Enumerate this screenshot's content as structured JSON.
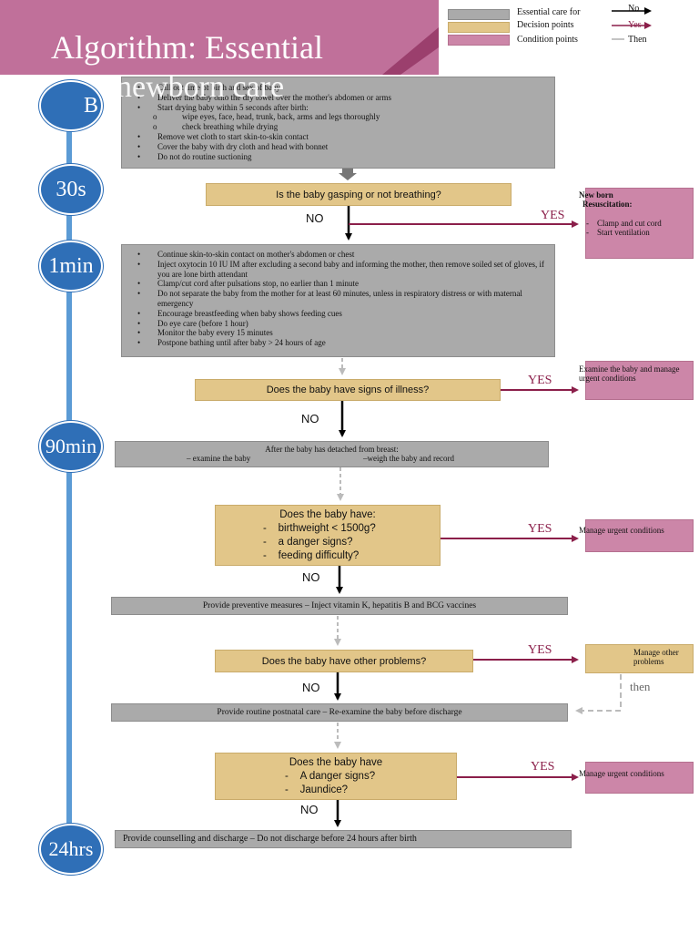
{
  "title": {
    "line1": "Algorithm: Essential",
    "line2": "newborn care"
  },
  "legend": {
    "essential_care": "Essential care for",
    "decision_points": "Decision points",
    "condition_points": "Condition points",
    "no": "No",
    "yes": "Yes",
    "then": "Then"
  },
  "timeline": {
    "t0": "B",
    "t1": "30s",
    "t2": "1min",
    "t3": "90min",
    "t4": "24hrs"
  },
  "step_birth": {
    "items": [
      "Call out time of birth and sex of baby",
      "Deliver the baby onto the dry towel over the mother's abdomen or arms",
      "Start drying baby within 5 seconds after birth:",
      "Remove wet cloth to start skin-to-skin contact",
      "Cover the baby with dry cloth and head with bonnet",
      "Do not do routine suctioning"
    ],
    "subitems": [
      "wipe eyes, face, head, trunk, back, arms and legs thoroughly",
      "check breathing while drying"
    ]
  },
  "q_breathing": {
    "text": "Is the baby gasping or not breathing?",
    "no": "NO",
    "yes": "YES"
  },
  "cond_resus": {
    "title1": "New born",
    "title2": "Resuscitation:",
    "items": [
      "Clamp and cut cord",
      "Start ventilation"
    ]
  },
  "step_1min": {
    "items": [
      "Continue skin-to-skin contact on mother's abdomen or chest",
      "Inject oxytocin 10 IU IM after excluding a second baby and informing the mother, then remove soiled set of gloves, if you are lone birth attendant",
      "Clamp/cut cord after pulsations stop, no earlier than 1 minute",
      "Do not separate the baby from the mother for at least 60 minutes, unless in respiratory distress or with maternal emergency",
      "Encourage breastfeeding when baby shows feeding cues",
      "Do eye care (before 1 hour)",
      "Monitor the baby every 15 minutes",
      "Postpone bathing until after baby > 24 hours of age"
    ]
  },
  "q_illness": {
    "text": "Does the baby have signs of illness?",
    "no": "NO",
    "yes": "YES"
  },
  "cond_examine": {
    "text": "Examine the baby and manage urgent conditions"
  },
  "step_90min": {
    "line1": "After the baby has detached from breast:",
    "left": "– examine the baby",
    "right": "–weigh the baby and record"
  },
  "q_danger": {
    "heading": "Does the baby have:",
    "items": [
      "birthweight < 1500g?",
      "a danger signs?",
      "feeding difficulty?"
    ],
    "no": "NO",
    "yes": "YES"
  },
  "cond_urgent1": {
    "text": "Manage urgent conditions"
  },
  "step_preventive": {
    "text": "Provide preventive measures – Inject vitamin K, hepatitis B and BCG vaccines"
  },
  "q_other": {
    "text": "Does the baby have other problems?",
    "no": "NO",
    "yes": "YES"
  },
  "cond_other": {
    "text": "Manage other problems",
    "then": "then"
  },
  "step_postnatal": {
    "text": "Provide routine postnatal care – Re-examine the baby before discharge"
  },
  "q_jaundice": {
    "heading": "Does the baby have",
    "items": [
      "A danger signs?",
      "Jaundice?"
    ],
    "no": "NO",
    "yes": "YES"
  },
  "cond_urgent2": {
    "text": "Manage urgent conditions"
  },
  "step_discharge": {
    "text": "Provide counselling and discharge – Do not discharge before 24 hours after birth"
  },
  "colors": {
    "essential": "#aaaaaa",
    "decision": "#e2c689",
    "condition": "#cc86a8",
    "timeline": "#2f6fb7",
    "yes_arrow": "#8b1f4a",
    "title_band": "#c0709a"
  }
}
